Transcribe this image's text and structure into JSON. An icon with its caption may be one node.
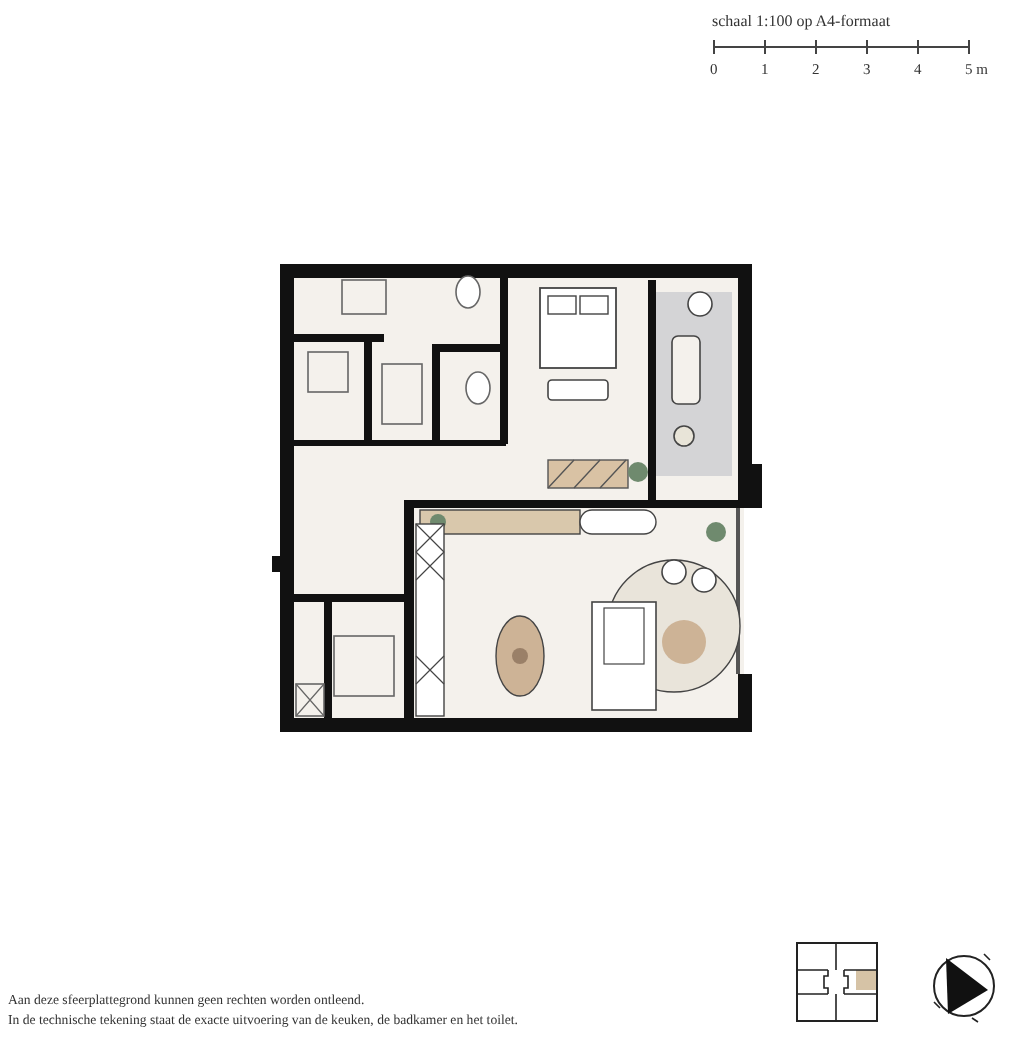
{
  "diagram": {
    "labels": [
      "schaal 1:100 op A4-formaat",
      "0",
      "1",
      "2",
      "3",
      "4",
      "5 m",
      "Aan deze sfeerplattegrond kunnen geen rechten worden ontleend.",
      "In de technische tekening staat de exacte uitvoering van de keuken, de badkamer en het toilet."
    ]
  }
}
